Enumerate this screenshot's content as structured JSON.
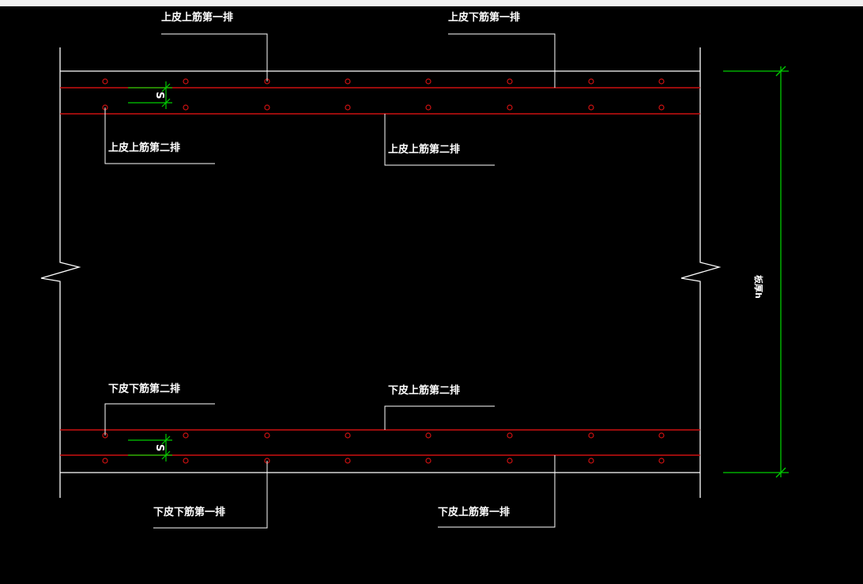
{
  "colors": {
    "background": "#000000",
    "outline": "#ffffff",
    "rebar": "#cc1111",
    "dimension": "#00cc00"
  },
  "labels": {
    "top_upper_first": "上皮上筋第一排",
    "top_lower_first": "上皮下筋第一排",
    "top_upper_second_left": "上皮上筋第二排",
    "top_upper_second_right": "上皮上筋第二排",
    "bottom_lower_second": "下皮下筋第二排",
    "bottom_upper_second": "下皮上筋第二排",
    "bottom_lower_first": "下皮下筋第一排",
    "bottom_upper_first": "下皮上筋第一排",
    "spacing_top": "S",
    "spacing_bottom": "S",
    "thickness": "板厚h"
  },
  "rebar_rows": {
    "dot_count_per_row": 8,
    "rows": [
      "top-row-1",
      "top-row-2",
      "bottom-row-2",
      "bottom-row-1"
    ]
  }
}
